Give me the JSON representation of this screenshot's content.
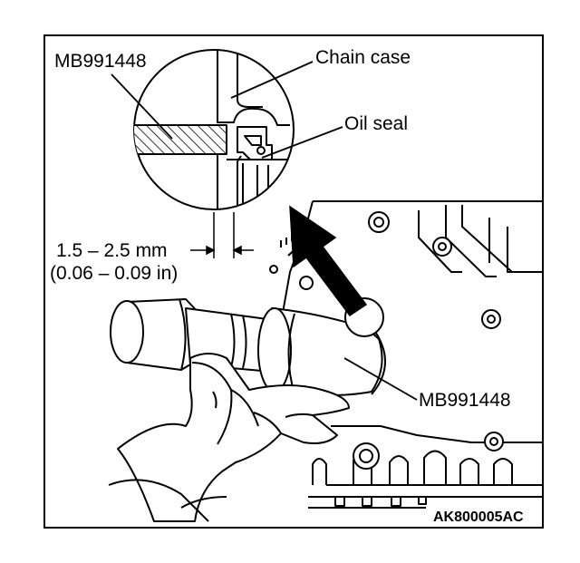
{
  "callouts": {
    "tool_top": "MB991448",
    "chain_case": "Chain case",
    "oil_seal": "Oil seal",
    "depth_mm": "1.5 – 2.5 mm",
    "depth_in": "(0.06 – 0.09 in)",
    "tool_bottom": "MB991448"
  },
  "figure_code": "AK800005AC",
  "colors": {
    "line": "#000000",
    "background": "#ffffff"
  }
}
